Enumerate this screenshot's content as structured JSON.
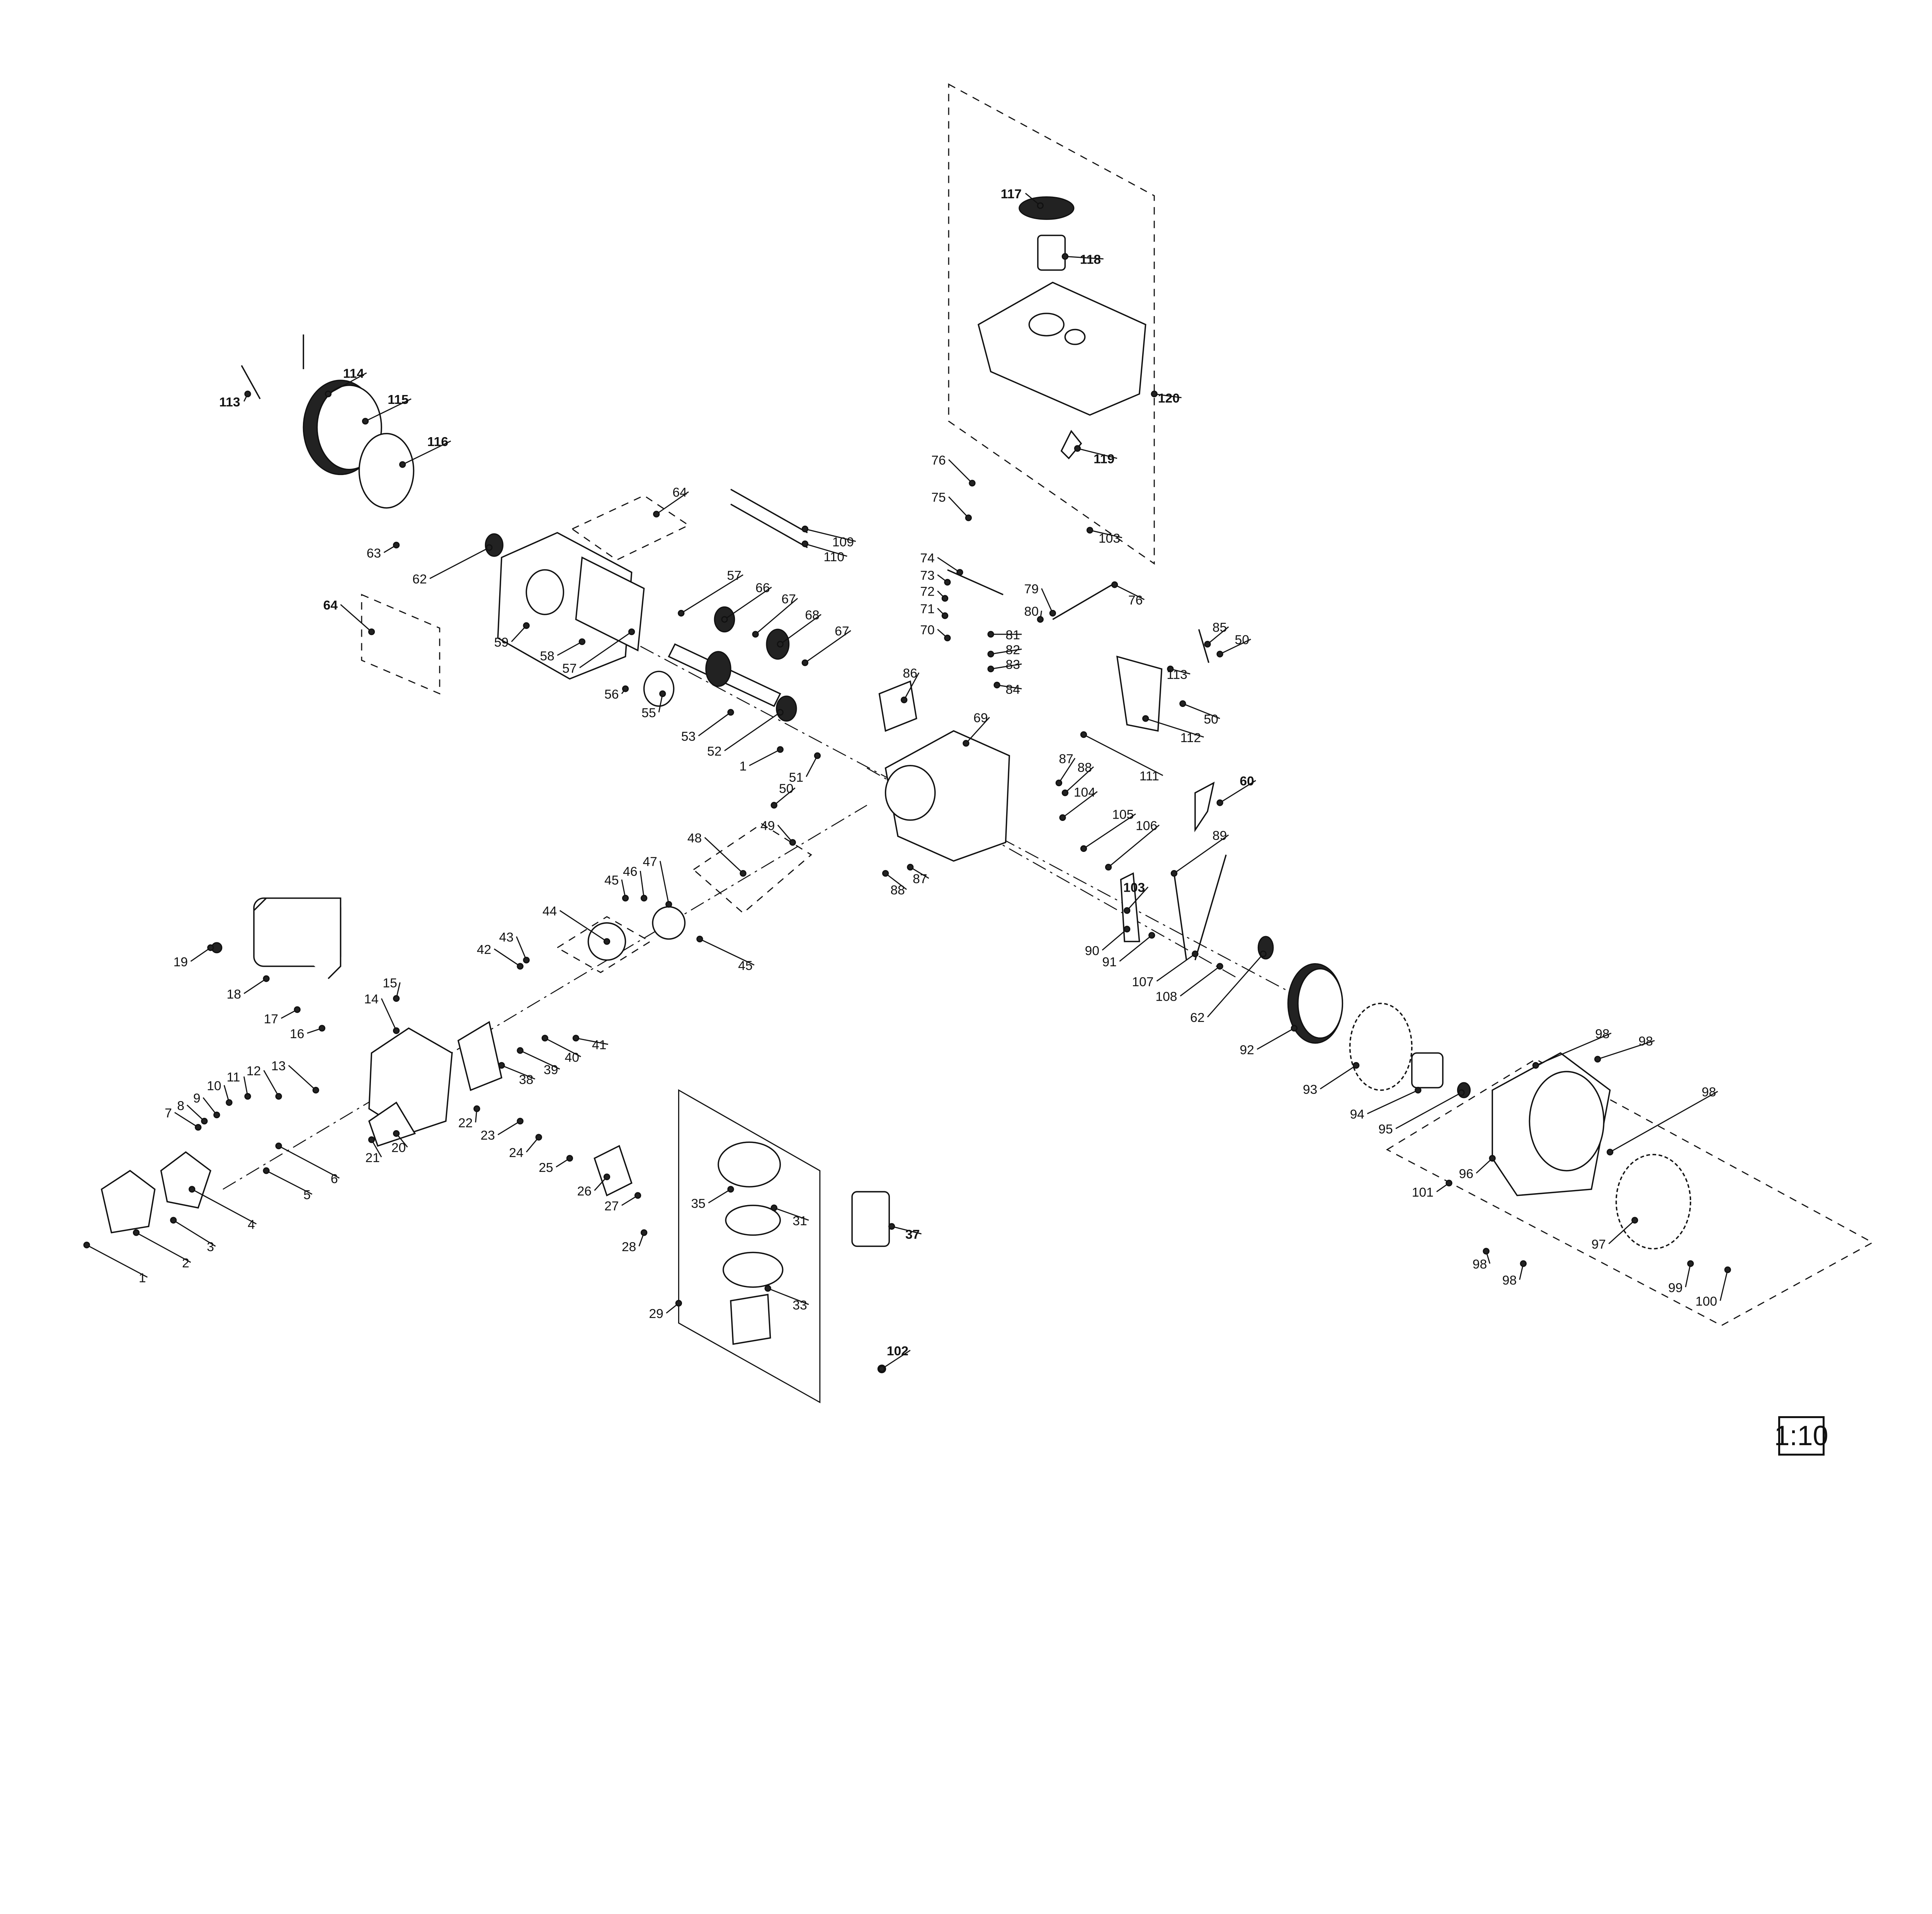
{
  "diagram": {
    "scale_label": "1:10",
    "callouts": [
      {
        "text": "117",
        "bold": true
      },
      {
        "text": "118",
        "bold": true
      },
      {
        "text": "120",
        "bold": true
      },
      {
        "text": "119",
        "bold": true
      },
      {
        "text": "103",
        "bold": false
      },
      {
        "text": "76",
        "bold": false
      },
      {
        "text": "75",
        "bold": false
      },
      {
        "text": "114",
        "bold": true
      },
      {
        "text": "113",
        "bold": true
      },
      {
        "text": "115",
        "bold": true
      },
      {
        "text": "116",
        "bold": true
      },
      {
        "text": "64",
        "bold": false
      },
      {
        "text": "109",
        "bold": false
      },
      {
        "text": "110",
        "bold": false
      },
      {
        "text": "63",
        "bold": false
      },
      {
        "text": "62",
        "bold": false
      },
      {
        "text": "74",
        "bold": false
      },
      {
        "text": "73",
        "bold": false
      },
      {
        "text": "72",
        "bold": false
      },
      {
        "text": "71",
        "bold": false
      },
      {
        "text": "70",
        "bold": false
      },
      {
        "text": "79",
        "bold": false
      },
      {
        "text": "76",
        "bold": false
      },
      {
        "text": "80",
        "bold": false
      },
      {
        "text": "81",
        "bold": false
      },
      {
        "text": "82",
        "bold": false
      },
      {
        "text": "83",
        "bold": false
      },
      {
        "text": "84",
        "bold": false
      },
      {
        "text": "85",
        "bold": false
      },
      {
        "text": "50",
        "bold": false
      },
      {
        "text": "113",
        "bold": false
      },
      {
        "text": "50",
        "bold": false
      },
      {
        "text": "112",
        "bold": false
      },
      {
        "text": "111",
        "bold": false
      },
      {
        "text": "64",
        "bold": true
      },
      {
        "text": "59",
        "bold": false
      },
      {
        "text": "58",
        "bold": false
      },
      {
        "text": "57",
        "bold": false
      },
      {
        "text": "57",
        "bold": false
      },
      {
        "text": "66",
        "bold": false
      },
      {
        "text": "67",
        "bold": false
      },
      {
        "text": "68",
        "bold": false
      },
      {
        "text": "67",
        "bold": false
      },
      {
        "text": "56",
        "bold": false
      },
      {
        "text": "55",
        "bold": false
      },
      {
        "text": "53",
        "bold": false
      },
      {
        "text": "52",
        "bold": false
      },
      {
        "text": "86",
        "bold": false
      },
      {
        "text": "69",
        "bold": false
      },
      {
        "text": "1",
        "bold": false
      },
      {
        "text": "51",
        "bold": false
      },
      {
        "text": "87",
        "bold": false
      },
      {
        "text": "88",
        "bold": false
      },
      {
        "text": "104",
        "bold": false
      },
      {
        "text": "105",
        "bold": false
      },
      {
        "text": "106",
        "bold": false
      },
      {
        "text": "60",
        "bold": true
      },
      {
        "text": "89",
        "bold": false
      },
      {
        "text": "103",
        "bold": true
      },
      {
        "text": "90",
        "bold": false
      },
      {
        "text": "91",
        "bold": false
      },
      {
        "text": "107",
        "bold": false
      },
      {
        "text": "108",
        "bold": false
      },
      {
        "text": "62",
        "bold": false
      },
      {
        "text": "50",
        "bold": false
      },
      {
        "text": "49",
        "bold": false
      },
      {
        "text": "48",
        "bold": false
      },
      {
        "text": "47",
        "bold": false
      },
      {
        "text": "46",
        "bold": false
      },
      {
        "text": "45",
        "bold": false
      },
      {
        "text": "45",
        "bold": false
      },
      {
        "text": "44",
        "bold": false
      },
      {
        "text": "43",
        "bold": false
      },
      {
        "text": "42",
        "bold": false
      },
      {
        "text": "88",
        "bold": false
      },
      {
        "text": "87",
        "bold": false
      },
      {
        "text": "19",
        "bold": false
      },
      {
        "text": "18",
        "bold": false
      },
      {
        "text": "15",
        "bold": false
      },
      {
        "text": "14",
        "bold": false
      },
      {
        "text": "17",
        "bold": false
      },
      {
        "text": "16",
        "bold": false
      },
      {
        "text": "38",
        "bold": false
      },
      {
        "text": "39",
        "bold": false
      },
      {
        "text": "40",
        "bold": false
      },
      {
        "text": "41",
        "bold": false
      },
      {
        "text": "13",
        "bold": false
      },
      {
        "text": "12",
        "bold": false
      },
      {
        "text": "11",
        "bold": false
      },
      {
        "text": "10",
        "bold": false
      },
      {
        "text": "9",
        "bold": false
      },
      {
        "text": "8",
        "bold": false
      },
      {
        "text": "7",
        "bold": false
      },
      {
        "text": "6",
        "bold": false
      },
      {
        "text": "5",
        "bold": false
      },
      {
        "text": "22",
        "bold": false
      },
      {
        "text": "23",
        "bold": false
      },
      {
        "text": "24",
        "bold": false
      },
      {
        "text": "21",
        "bold": false
      },
      {
        "text": "20",
        "bold": false
      },
      {
        "text": "25",
        "bold": false
      },
      {
        "text": "26",
        "bold": false
      },
      {
        "text": "27",
        "bold": false
      },
      {
        "text": "35",
        "bold": false
      },
      {
        "text": "31",
        "bold": false
      },
      {
        "text": "33",
        "bold": false
      },
      {
        "text": "29",
        "bold": false
      },
      {
        "text": "28",
        "bold": false
      },
      {
        "text": "37",
        "bold": true
      },
      {
        "text": "102",
        "bold": true
      },
      {
        "text": "4",
        "bold": false
      },
      {
        "text": "3",
        "bold": false
      },
      {
        "text": "2",
        "bold": false
      },
      {
        "text": "1",
        "bold": false
      },
      {
        "text": "92",
        "bold": false
      },
      {
        "text": "93",
        "bold": false
      },
      {
        "text": "94",
        "bold": false
      },
      {
        "text": "95",
        "bold": false
      },
      {
        "text": "96",
        "bold": false
      },
      {
        "text": "101",
        "bold": false
      },
      {
        "text": "98",
        "bold": false
      },
      {
        "text": "98",
        "bold": false
      },
      {
        "text": "98",
        "bold": false
      },
      {
        "text": "98",
        "bold": false
      },
      {
        "text": "98",
        "bold": false
      },
      {
        "text": "97",
        "bold": false
      },
      {
        "text": "99",
        "bold": false
      },
      {
        "text": "100",
        "bold": false
      }
    ]
  }
}
